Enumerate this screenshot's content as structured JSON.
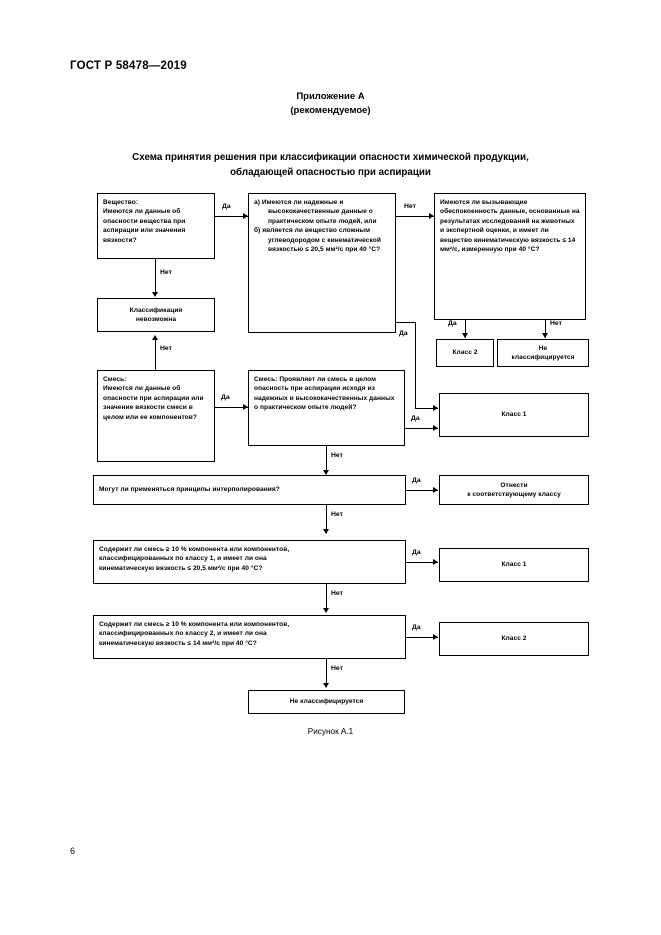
{
  "document": {
    "standard_id": "ГОСТ Р 58478—2019",
    "page_number": "6",
    "annex_label": "Приложение А",
    "annex_kind": "(рекомендуемое)",
    "scheme_title_line1": "Схема принятия решения при классификации опасности химической продукции,",
    "scheme_title_line2": "обладающей опасностью при аспирации",
    "figure_caption": "Рисунок А.1"
  },
  "flowchart": {
    "nodes": {
      "substance_data": {
        "heading": "Вещество:",
        "text": "Имеются ли данные об опасности вещества при аспирации или значения вязкости?"
      },
      "reliable_or_hydrocarbon": {
        "option_a": "а)  Имеются ли надежные и высококачественные данные о практическом опыте людей, или",
        "option_b": "б)  является ли вещество сложным углеводородом с кинематической вязкостью ≤ 20,5 мм²/с при 40 °С?"
      },
      "animal_studies": {
        "text": "Имеются ли вызывающие обеспокоенность данные, основанные на результатах исследований на животных и экспертной оценки, и имеет ли вещество кинематическую вязкость ≤ 14 мм²/с, измеренную при 40 °С?"
      },
      "classification_impossible": {
        "line1": "Классификация",
        "line2": "невозможна"
      },
      "class2_top": {
        "text": "Класс 2"
      },
      "not_classified_top": {
        "line1": "Не",
        "line2": "классифицируется"
      },
      "mixture_data": {
        "heading": "Смесь:",
        "text": "Имеются ли данные об опасности при аспирации или значение вязкости смеси в целом или ее компонентов?"
      },
      "mixture_human_experience": {
        "text": "Смесь: Проявляет ли смесь в целом опасность при аспирации исходя из надежных и высококачественных данных о практическом опыте людей?"
      },
      "class1_upper": {
        "text": "Класс 1"
      },
      "bridging_principles": {
        "text": "Могут ли применяться принципы интерполирования?"
      },
      "assign_to_class": {
        "line1": "Отнести",
        "line2": "к соответствующему классу"
      },
      "contains_class1": {
        "line1": "Содержит ли смесь ≥ 10 % компонента или компонентов,",
        "line2": "классифицированных по классу 1, и имеет ли она",
        "line3": "кинематическую вязкость ≤ 20,5 мм²/с при 40 °С?"
      },
      "class1_lower": {
        "text": "Класс 1"
      },
      "contains_class2": {
        "line1": "Содержит ли смесь ≥ 10 % компонента или компонентов,",
        "line2": "классифицированных по классу 2, и имеет ли она",
        "line3": "кинематическую вязкость ≤ 14 мм²/с при 40 °С?"
      },
      "class2_lower": {
        "text": "Класс 2"
      },
      "not_classified_bottom": {
        "text": "Не классифицируется"
      }
    },
    "edge_labels": {
      "substance_yes": "Да",
      "substance_no": "Нет",
      "mixture_up_no": "Нет",
      "reliable_no": "Нет",
      "reliable_yes": "Да",
      "animal_yes": "Да",
      "animal_no": "Нет",
      "mixture_yes": "Да",
      "mixture_human_yes": "Да",
      "mixture_human_no": "Нет",
      "bridging_yes": "Да",
      "bridging_no": "Нет",
      "class1_yes": "Да",
      "class1_no": "Нет",
      "class2_yes": "Да",
      "class2_no": "Нет"
    }
  }
}
